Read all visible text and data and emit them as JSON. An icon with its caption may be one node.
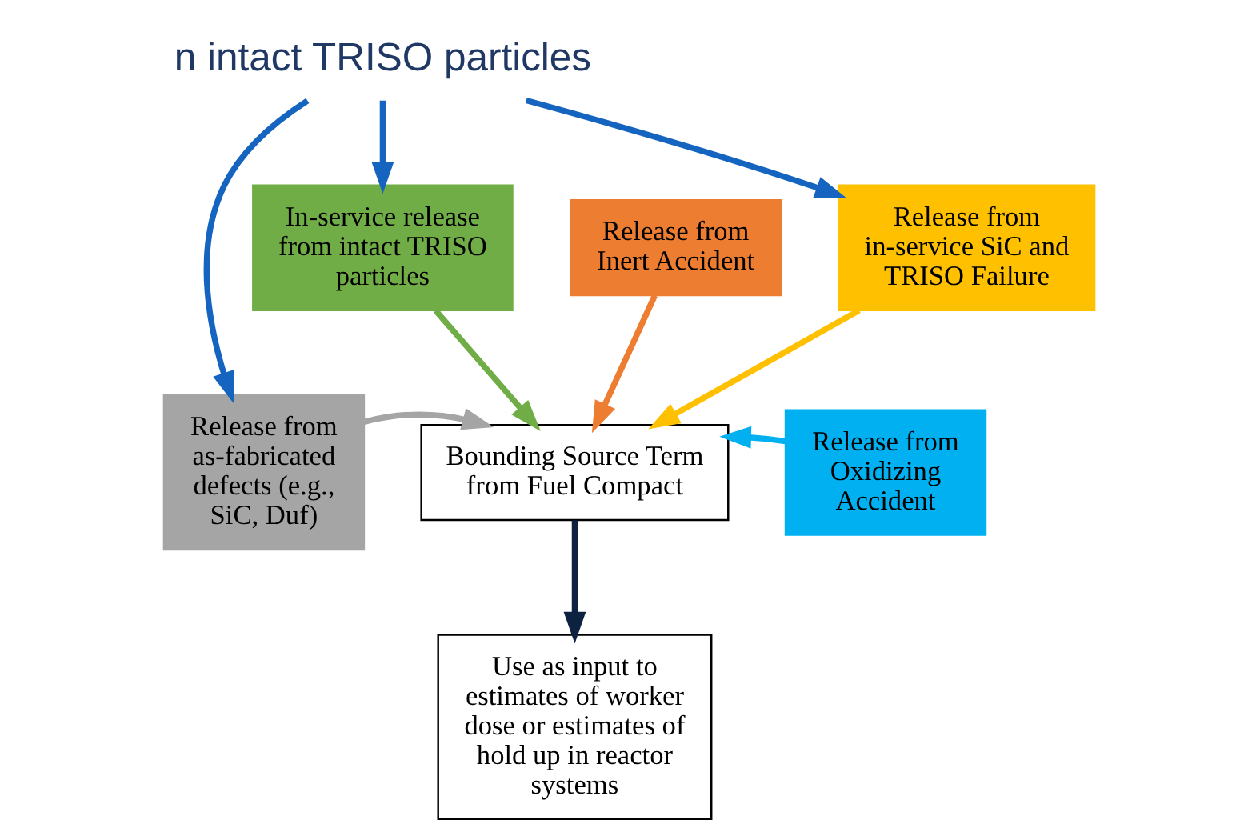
{
  "diagram": {
    "nodes": [
      {
        "text": [
          "n intact TRISO particles"
        ]
      },
      {
        "text": [
          "Release from in-service SiC and TRISO Failure"
        ]
      },
      {
        "text": [
          "In-service release from intact TRISO particles"
        ]
      },
      {
        "text": [
          "Release from Inert Accident"
        ]
      },
      {
        "text": [
          "Release from as-fabricated defects (e.g., SiC, Duf)"
        ]
      },
      {
        "text": [
          "Bounding Source Term from Fuel Compact"
        ]
      },
      {
        "text": [
          "Release from Oxidizing Accident"
        ]
      },
      {
        "text": [
          "Use as input to estimates of worker dose or estimates of hold up in reactor systems"
        ]
      }
    ],
    "edges": [
      {
        "from": 0,
        "to": 1,
        "arrow": "to",
        "color": "#1565c0"
      },
      {
        "from": 0,
        "to": 2,
        "arrow": "to",
        "color": "#1565c0"
      },
      {
        "from": 0,
        "to": 4,
        "arrow": "to",
        "color": "#1565c0"
      },
      {
        "from": 1,
        "to": 5,
        "arrow": "to",
        "color": "#ffc000"
      },
      {
        "from": 2,
        "to": 5,
        "arrow": "to",
        "color": "#70ad47"
      },
      {
        "from": 3,
        "to": 5,
        "arrow": "to",
        "color": "#ed7d31"
      },
      {
        "from": 4,
        "to": 5,
        "arrow": "to",
        "color": "#a5a5a5"
      },
      {
        "from": 6,
        "to": 5,
        "arrow": "to",
        "color": "#00b0f0"
      },
      {
        "from": 5,
        "to": 7,
        "arrow": "to",
        "color": "#0d2240"
      }
    ]
  }
}
